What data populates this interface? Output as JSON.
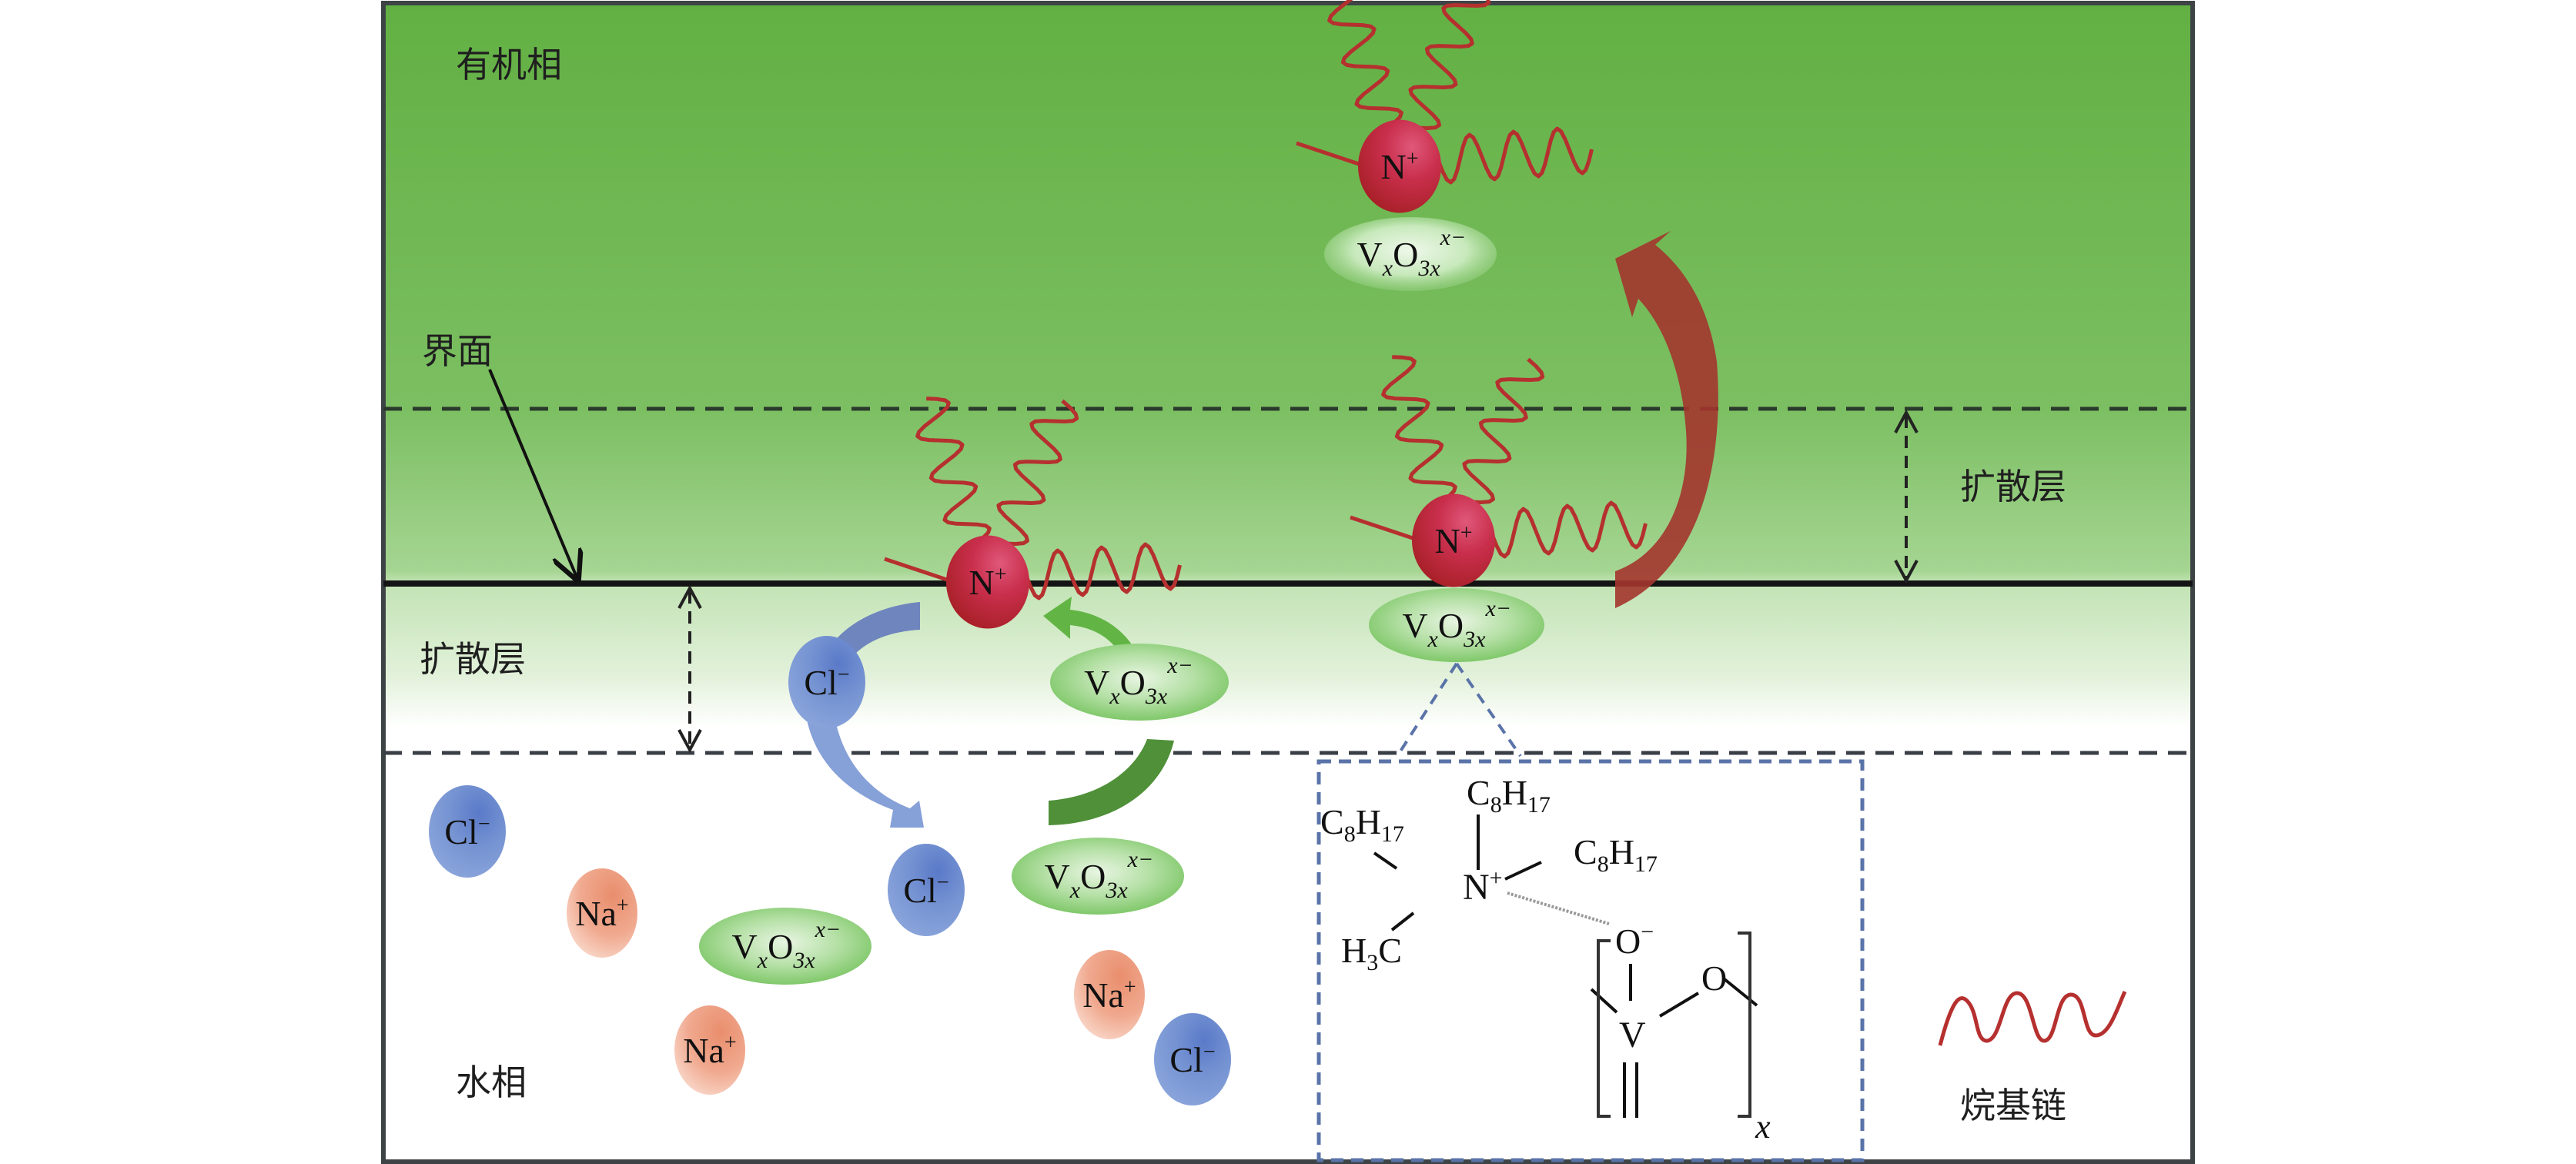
{
  "figure": {
    "type": "schematic",
    "subject": "Quaternary ammonium (N+) extraction of vanadate across organic/aqueous interface"
  },
  "labels": {
    "organic_phase": "有机相",
    "interface": "界面",
    "diffusion_layer_upper": "扩散层",
    "diffusion_layer_lower": "扩散层",
    "aqueous_phase": "水相",
    "alkyl_chain_legend": "烷基链"
  },
  "species": {
    "ammonium": {
      "base": "N",
      "charge": "+"
    },
    "chloride": {
      "base": "Cl",
      "charge": "−"
    },
    "sodium": {
      "base": "Na",
      "charge": "+"
    },
    "vanadate": {
      "v": "V",
      "x_sub": "x",
      "o": "O",
      "o_sub": "3x",
      "charge": "x−"
    }
  },
  "structure": {
    "substituent_top": {
      "c": "C",
      "c_sub": "8",
      "h": "H",
      "h_sub": "17"
    },
    "substituent_left": {
      "c": "C",
      "c_sub": "8",
      "h": "H",
      "h_sub": "17"
    },
    "substituent_right": {
      "c": "C",
      "c_sub": "8",
      "h": "H",
      "h_sub": "17"
    },
    "methyl": {
      "h": "H",
      "h_sub": "3",
      "c": "C"
    },
    "center": {
      "base": "N",
      "charge": "+"
    },
    "oxide_anion": {
      "base": "O",
      "charge": "−"
    },
    "vanadium": "V",
    "bridge_oxygen": "O",
    "repeat_subscript": "x"
  },
  "colors": {
    "organic_top": "#63b144",
    "organic_mid": "#86c56e",
    "interface_light": "#c4e4b6",
    "ammonium": "#c0273c",
    "alkyl_chain": "#b5302f",
    "chloride": "#6f8fd0",
    "sodium": "#eea084",
    "vanadate": "#8fcd7c",
    "arrow_blue": "#7e98d2",
    "arrow_green": "#4f9a3c",
    "arrow_red": "#a33a30",
    "zoom_box": "#5a73a8"
  }
}
